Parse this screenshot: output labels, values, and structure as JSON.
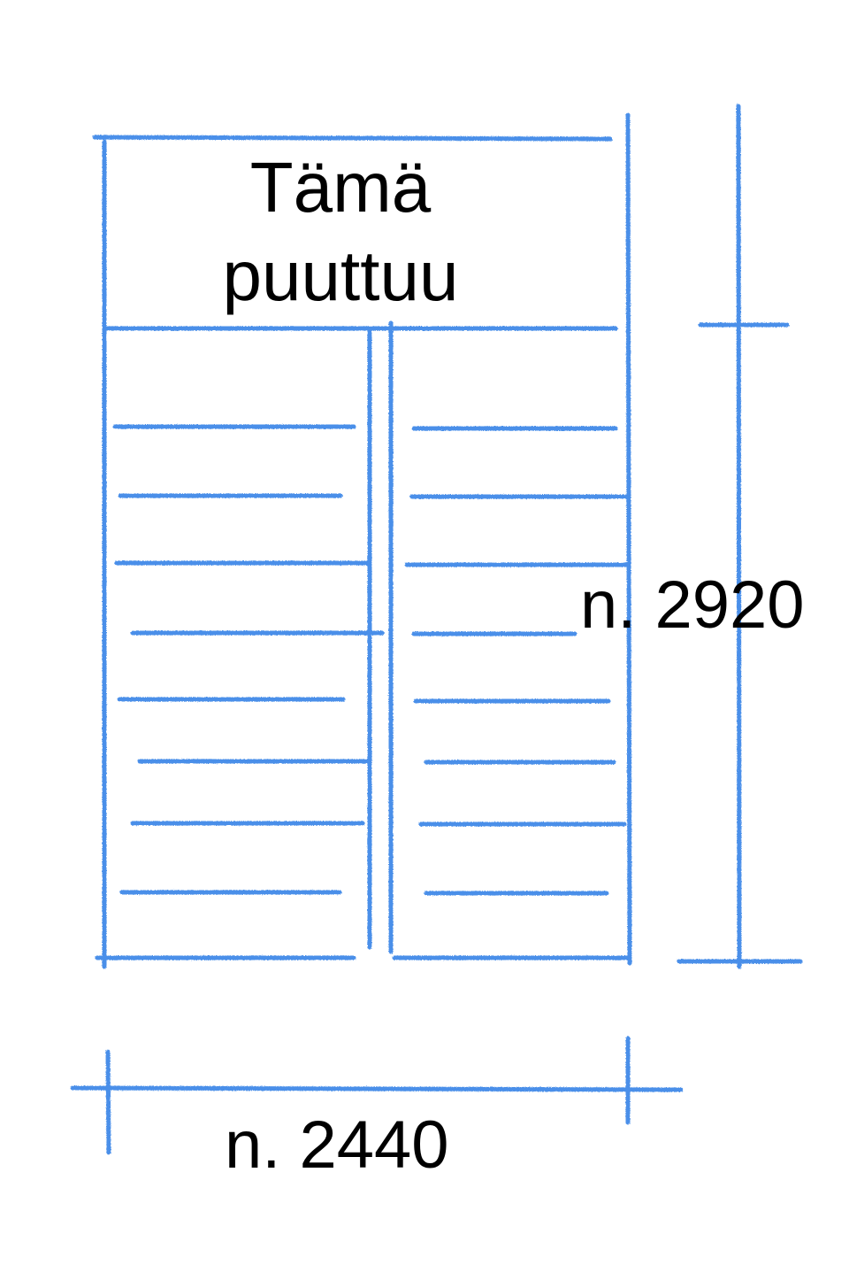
{
  "diagram": {
    "type": "hand-drawn shelving sketch with dimensions",
    "stroke_color": "#3a86e8",
    "text_color": "#000000",
    "top_section": {
      "label_line1": "Tämä",
      "label_line2": "puuttuu"
    },
    "dimensions": {
      "height_label": "n. 2920",
      "width_label": "n. 2440"
    },
    "columns": [
      {
        "name": "left-column",
        "shelf_count": 8
      },
      {
        "name": "right-column",
        "shelf_count": 8
      }
    ]
  }
}
